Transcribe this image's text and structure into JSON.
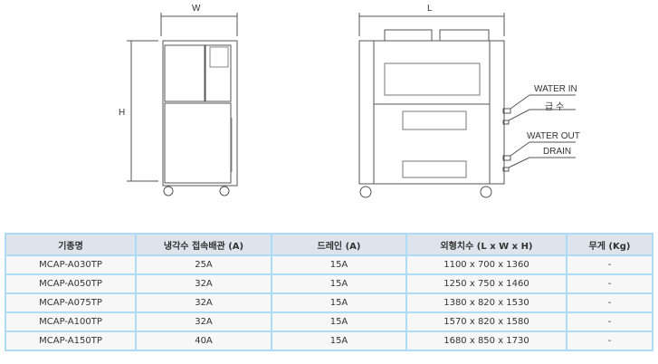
{
  "drawing": {
    "front_width_label": "W",
    "front_height_label": "H",
    "side_length_label": "L",
    "connections": [
      "WATER IN",
      "급 수",
      "WATER OUT",
      "DRAIN"
    ]
  },
  "table": {
    "headers": [
      "기종명",
      "냉각수 접속배관 (A)",
      "드레인 (A)",
      "외형치수 (L x W x H)",
      "무게 (Kg)"
    ],
    "rows": [
      [
        "MCAP-A030TP",
        "25A",
        "15A",
        "1100 x 700 x 1360",
        "-"
      ],
      [
        "MCAP-A050TP",
        "32A",
        "15A",
        "1250 x 750 x 1460",
        "-"
      ],
      [
        "MCAP-A075TP",
        "32A",
        "15A",
        "1380 x 820 x 1530",
        "-"
      ],
      [
        "MCAP-A100TP",
        "32A",
        "15A",
        "1570 x 820 x 1580",
        "-"
      ],
      [
        "MCAP-A150TP",
        "40A",
        "15A",
        "1680 x 850 x 1730",
        "-"
      ]
    ]
  }
}
